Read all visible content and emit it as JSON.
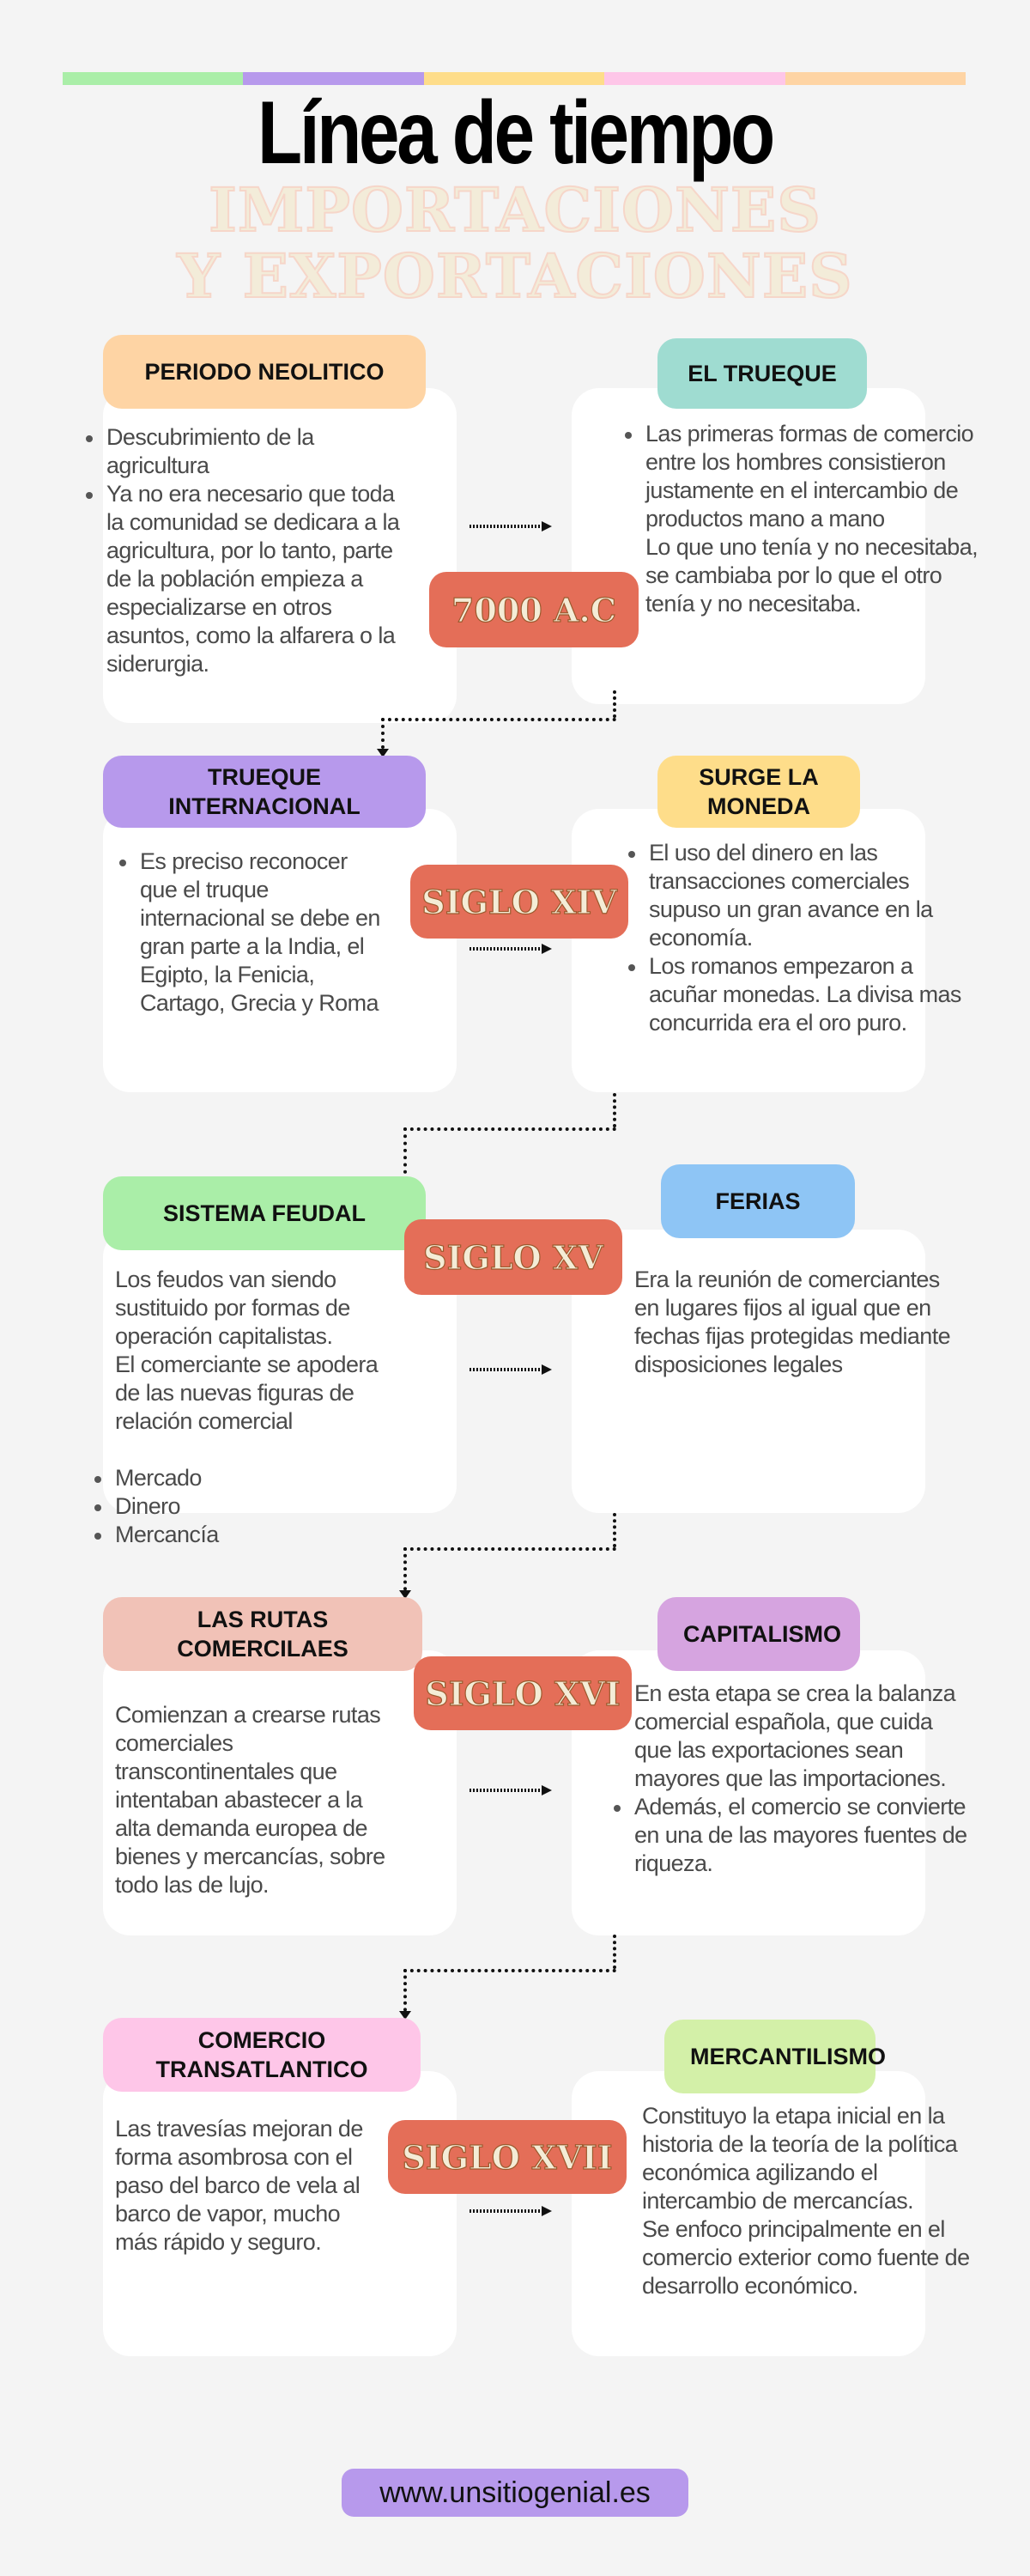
{
  "header": {
    "colors": [
      "#aaeea8",
      "#b799ec",
      "#fedd8a",
      "#fec6e8",
      "#fed4a4"
    ],
    "title": "Línea de tiempo",
    "subtitle_line1": "IMPORTACIONES",
    "subtitle_line2": "Y EXPORTACIONES"
  },
  "sections": [
    {
      "badge": "7000 A.C",
      "left": {
        "title": "PERIODO NEOLITICO",
        "color": "#fed4a4",
        "body": [
          {
            "type": "bullet",
            "text": "Descubrimiento de la agricultura"
          },
          {
            "type": "bullet",
            "text": "Ya no era necesario que toda la comunidad se dedicara a la agricultura, por lo tanto, parte de la población empieza a especializarse en otros asuntos, como la alfarera o la siderurgia."
          }
        ]
      },
      "right": {
        "title": "EL TRUEQUE",
        "color": "#9fdcd1",
        "body": [
          {
            "type": "bullet",
            "text": "Las primeras formas de comercio entre los hombres consistieron justamente en el intercambio de productos mano a mano"
          },
          {
            "type": "text",
            "text": "Lo que uno tenía y no necesitaba, se cambiaba por lo que el otro tenía y no necesitaba."
          }
        ]
      }
    },
    {
      "badge": "SIGLO XIV",
      "left": {
        "title": "TRUEQUE INTERNACIONAL",
        "color": "#b799ec",
        "body": [
          {
            "type": "bullet",
            "text": "Es preciso reconocer que el truque internacional se debe en gran parte a la India, el Egipto, la Fenicia, Cartago, Grecia y Roma"
          }
        ]
      },
      "right": {
        "title": "SURGE LA MONEDA",
        "color": "#fedd8a",
        "body": [
          {
            "type": "bullet",
            "text": "El uso del dinero en las transacciones comerciales supuso un gran avance en la economía."
          },
          {
            "type": "bullet",
            "text": "Los romanos empezaron a acuñar monedas. La divisa mas concurrida era el oro puro."
          }
        ]
      }
    },
    {
      "badge": "SIGLO XV",
      "left": {
        "title": "SISTEMA FEUDAL",
        "color": "#aaeea8",
        "body": [
          {
            "type": "text",
            "text": "Los feudos van siendo sustituido por formas de operación capitalistas."
          },
          {
            "type": "text",
            "text": "El comerciante se apodera de las nuevas figuras de relación comercial"
          },
          {
            "type": "spacer",
            "text": ""
          },
          {
            "type": "bullet",
            "text": "Mercado"
          },
          {
            "type": "bullet",
            "text": "Dinero"
          },
          {
            "type": "bullet",
            "text": "Mercancía"
          }
        ]
      },
      "right": {
        "title": "FERIAS",
        "color": "#8ec5f5",
        "body": [
          {
            "type": "text",
            "text": "Era la reunión de comerciantes en lugares fijos al igual que en fechas fijas protegidas mediante disposiciones legales"
          }
        ]
      }
    },
    {
      "badge": "SIGLO XVI",
      "left": {
        "title": "LAS RUTAS COMERCILAES",
        "color": "#f1c2b7",
        "body": [
          {
            "type": "text",
            "text": "Comienzan a crearse rutas comerciales transcontinentales que intentaban abastecer a la alta demanda europea de bienes y mercancías, sobre todo las de lujo."
          }
        ]
      },
      "right": {
        "title": "CAPITALISMO",
        "color": "#d6a4e0",
        "body": [
          {
            "type": "text",
            "text": "En esta etapa se crea la balanza comercial española, que cuida que las exportaciones sean mayores que las importaciones."
          },
          {
            "type": "bullet",
            "text": "Además, el comercio se convierte en una de las mayores fuentes de riqueza."
          }
        ]
      }
    },
    {
      "badge": "SIGLO XVII",
      "left": {
        "title": "COMERCIO TRANSATLANTICO",
        "color": "#fec6e8",
        "body": [
          {
            "type": "text",
            "text": "Las travesías mejoran de forma asombrosa con el paso del barco de vela al barco de vapor, mucho más rápido y seguro."
          }
        ]
      },
      "right": {
        "title": "MERCANTILISMO",
        "color": "#d3f0a8",
        "body": [
          {
            "type": "text",
            "text": "Constituyo la etapa inicial en la historia de la teoría de la política económica agilizando el intercambio de mercancías."
          },
          {
            "type": "text",
            "text": "Se enfoco principalmente en el comercio exterior como fuente de desarrollo económico."
          }
        ]
      }
    }
  ],
  "footer": {
    "url": "www.unsitiogenial.es"
  }
}
